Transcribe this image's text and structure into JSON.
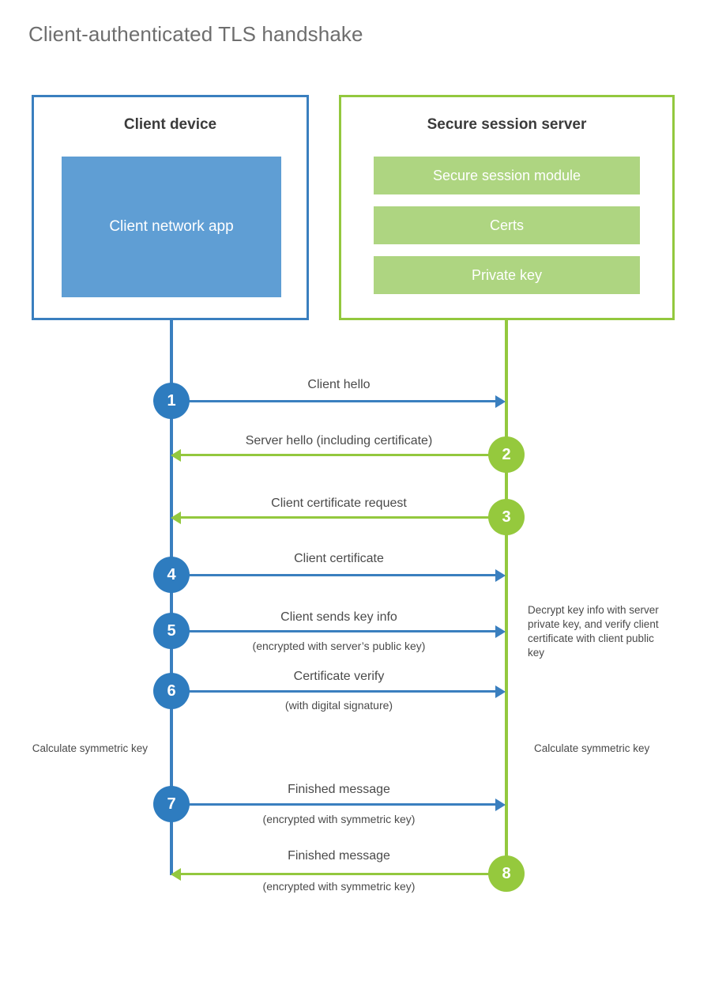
{
  "title": "Client-authenticated TLS handshake",
  "colors": {
    "client_accent": "#3a7fbf",
    "client_circle": "#2e7cbf",
    "client_app_fill": "#5f9ed4",
    "server_accent": "#93c83e",
    "server_circle": "#95c93d",
    "server_block_fill": "#aed581",
    "text": "#4a4a4a",
    "title_text": "#6e6e6e",
    "background": "#ffffff"
  },
  "parties": {
    "client": {
      "title": "Client device",
      "blocks": [
        {
          "label": "Client network app"
        }
      ]
    },
    "server": {
      "title": "Secure session server",
      "blocks": [
        {
          "label": "Secure session module"
        },
        {
          "label": "Certs"
        },
        {
          "label": "Private key"
        }
      ]
    }
  },
  "steps": [
    {
      "number": "1",
      "label": "Client hello",
      "sublabel": "",
      "direction": "client-to-server",
      "origin": "client"
    },
    {
      "number": "2",
      "label": "Server hello (including certificate)",
      "sublabel": "",
      "direction": "server-to-client",
      "origin": "server"
    },
    {
      "number": "3",
      "label": "Client certificate request",
      "sublabel": "",
      "direction": "server-to-client",
      "origin": "server"
    },
    {
      "number": "4",
      "label": "Client certificate",
      "sublabel": "",
      "direction": "client-to-server",
      "origin": "client"
    },
    {
      "number": "5",
      "label": "Client sends key info",
      "sublabel": "(encrypted with server’s public key)",
      "direction": "client-to-server",
      "origin": "client"
    },
    {
      "number": "6",
      "label": "Certificate verify",
      "sublabel": "(with digital signature)",
      "direction": "client-to-server",
      "origin": "client"
    },
    {
      "number": "7",
      "label": "Finished message",
      "sublabel": "(encrypted with symmetric key)",
      "direction": "client-to-server",
      "origin": "client"
    },
    {
      "number": "8",
      "label": "Finished message",
      "sublabel": "(encrypted with symmetric key)",
      "direction": "server-to-client",
      "origin": "server"
    }
  ],
  "notes": {
    "server_decrypt": "Decrypt key info with server private key, and verify client certificate with client public key",
    "client_calculate": "Calculate symmetric key",
    "server_calculate": "Calculate symmetric key"
  }
}
